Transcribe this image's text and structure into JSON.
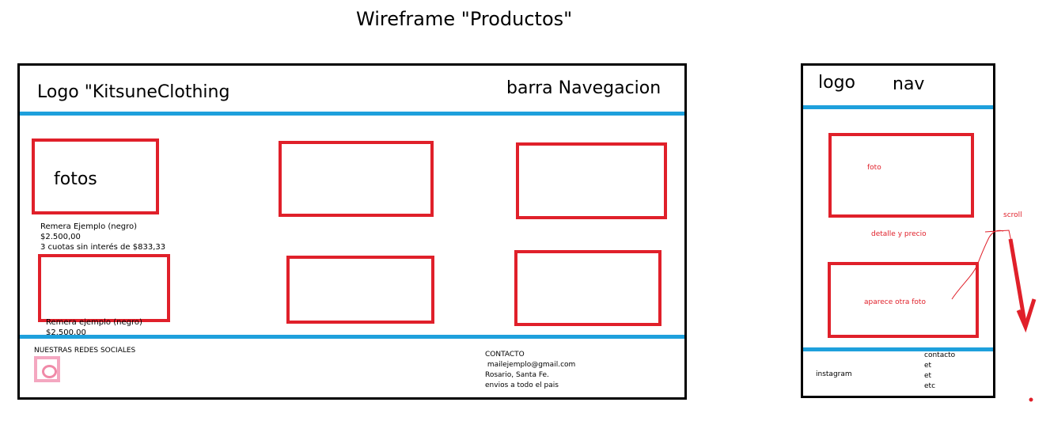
{
  "title": "Wireframe \"Productos\"",
  "desktop": {
    "logo": "Logo \"KitsuneClothing",
    "nav": "barra Navegacion",
    "photos_label": "fotos",
    "product1": [
      "Remera Ejemplo (negro)",
      "$2.500,00",
      "3 cuotas sin interés de $833,33"
    ],
    "product2": [
      "Remera ejemplo (negro)",
      "$2.500,00"
    ],
    "social_heading": "NUESTRAS REDES SOCIALES",
    "contact": [
      "CONTACTO",
      " mailejemplo@gmail.com",
      "Rosario, Santa Fe.",
      "envios a todo el pais"
    ]
  },
  "mobile": {
    "logo": "logo",
    "nav": "nav",
    "photo": "foto",
    "detail": "detalle y precio",
    "other_photo": "aparece otra foto",
    "scroll": "scroll",
    "instagram": "instagram",
    "contact": [
      "contacto",
      "et",
      "et",
      "etc"
    ]
  },
  "colors": {
    "divider": "#1ea0dc",
    "placeholder_border": "#e0202a",
    "social_icon": "#f4a7c0",
    "frame": "#000000"
  }
}
